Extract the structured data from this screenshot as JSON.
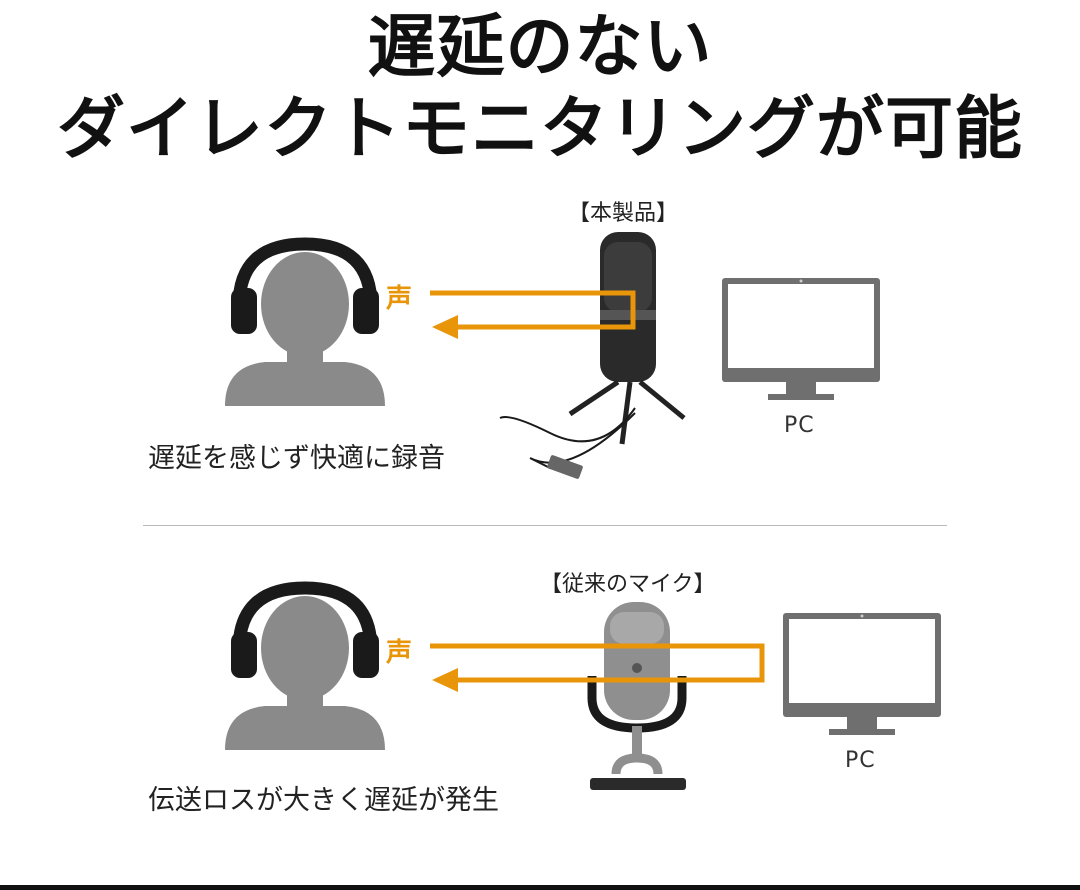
{
  "title": {
    "line1": "遅延のない",
    "line2": "ダイレクトモニタリングが可能"
  },
  "panel_top": {
    "device_label": "【本製品】",
    "voice_label": "声",
    "pc_label": "PC",
    "caption": "遅延を感じず快適に録音"
  },
  "panel_bottom": {
    "device_label": "【従来のマイク】",
    "voice_label": "声",
    "pc_label": "PC",
    "caption": "伝送ロスが大きく遅延が発生"
  },
  "colors": {
    "accent": "#E8950A",
    "person": "#8a8a8a",
    "headphones": "#1a1a1a",
    "monitor": "#6f6f6f"
  },
  "icons": [
    "headphone-person-icon",
    "usb-microphone-icon",
    "pc-monitor-icon",
    "desktop-microphone-icon",
    "signal-arrow-icon"
  ]
}
